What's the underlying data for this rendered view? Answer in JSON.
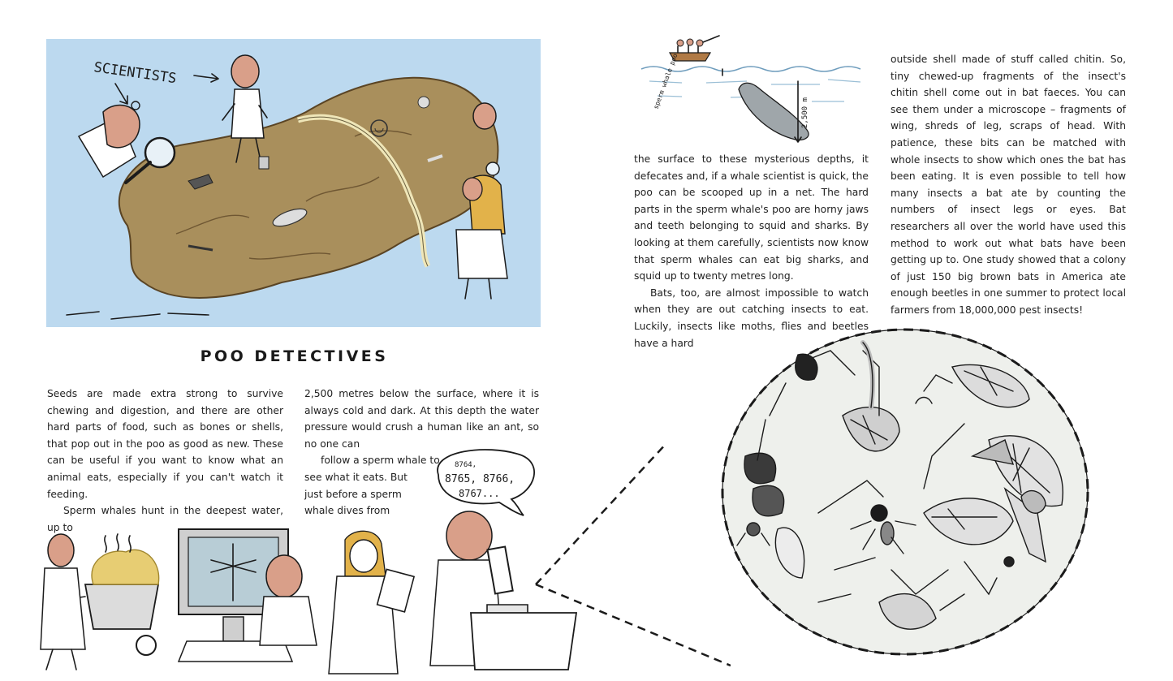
{
  "title": "POO DETECTIVES",
  "illustration_labels": {
    "scientists": "SCIENTISTS",
    "depth": "2,500 m",
    "sperm_whale": "sperm whale poo",
    "counting": [
      "8764,",
      "8765, 8766,",
      "8767..."
    ]
  },
  "col1": [
    "Seeds are made extra strong to survive chewing and digestion, and there are other hard parts of food, such as bones or shells, that pop out in the poo as good as new. These can be useful if you want to know what an animal eats, especially if you can't watch it feeding.",
    "Sperm whales hunt in the deepest water, up to"
  ],
  "col2_full": "2,500 metres below the surface, where it is always cold and dark. At this depth the water pressure would crush a human like an ant, so no one can",
  "col2_lines": [
    "follow a sperm whale to",
    "see what it eats. But",
    "just before a sperm",
    "whale dives from"
  ],
  "col3": [
    "the surface to these mysterious depths, it defecates and, if a whale scientist is quick, the poo can be scooped up in a net. The hard parts in the sperm whale's poo are horny jaws and teeth belonging to squid and sharks. By looking at them carefully, scientists now know that sperm whales can eat big sharks, and squid up to twenty metres long.",
    "Bats, too, are almost impossible to watch when they are out catching insects to eat. Luckily, insects like moths, flies and beetles have a hard"
  ],
  "col4": "outside shell made of stuff called chitin. So, tiny chewed-up fragments of the insect's chitin shell come out in bat faeces. You can see them under a microscope – fragments of wing, shreds of leg, scraps of head. With patience, these bits can be matched with whole insects to show which ones the bat has been eating. It is even possible to tell how many insects a bat ate by counting the numbers of insect legs or eyes. Bat researchers all over the world have used this method to work out what bats have been getting up to. One study showed that a colony of just 150 big brown bats in America ate enough beetles in one summer to protect local farmers from 18,000,000 pest insects!",
  "colors": {
    "sky": "#bcd9ef",
    "poo": "#a98f5c",
    "poo_dark": "#8a7044",
    "skin": "#d99f89",
    "hair": "#e2b24a",
    "lens_bg": "#eef0ec",
    "ink": "#1b1b1b"
  },
  "icons": [
    "magnifying-glass-icon",
    "microscope-icon",
    "computer-icon",
    "wheelbarrow-icon",
    "boat-icon",
    "whale-icon"
  ]
}
